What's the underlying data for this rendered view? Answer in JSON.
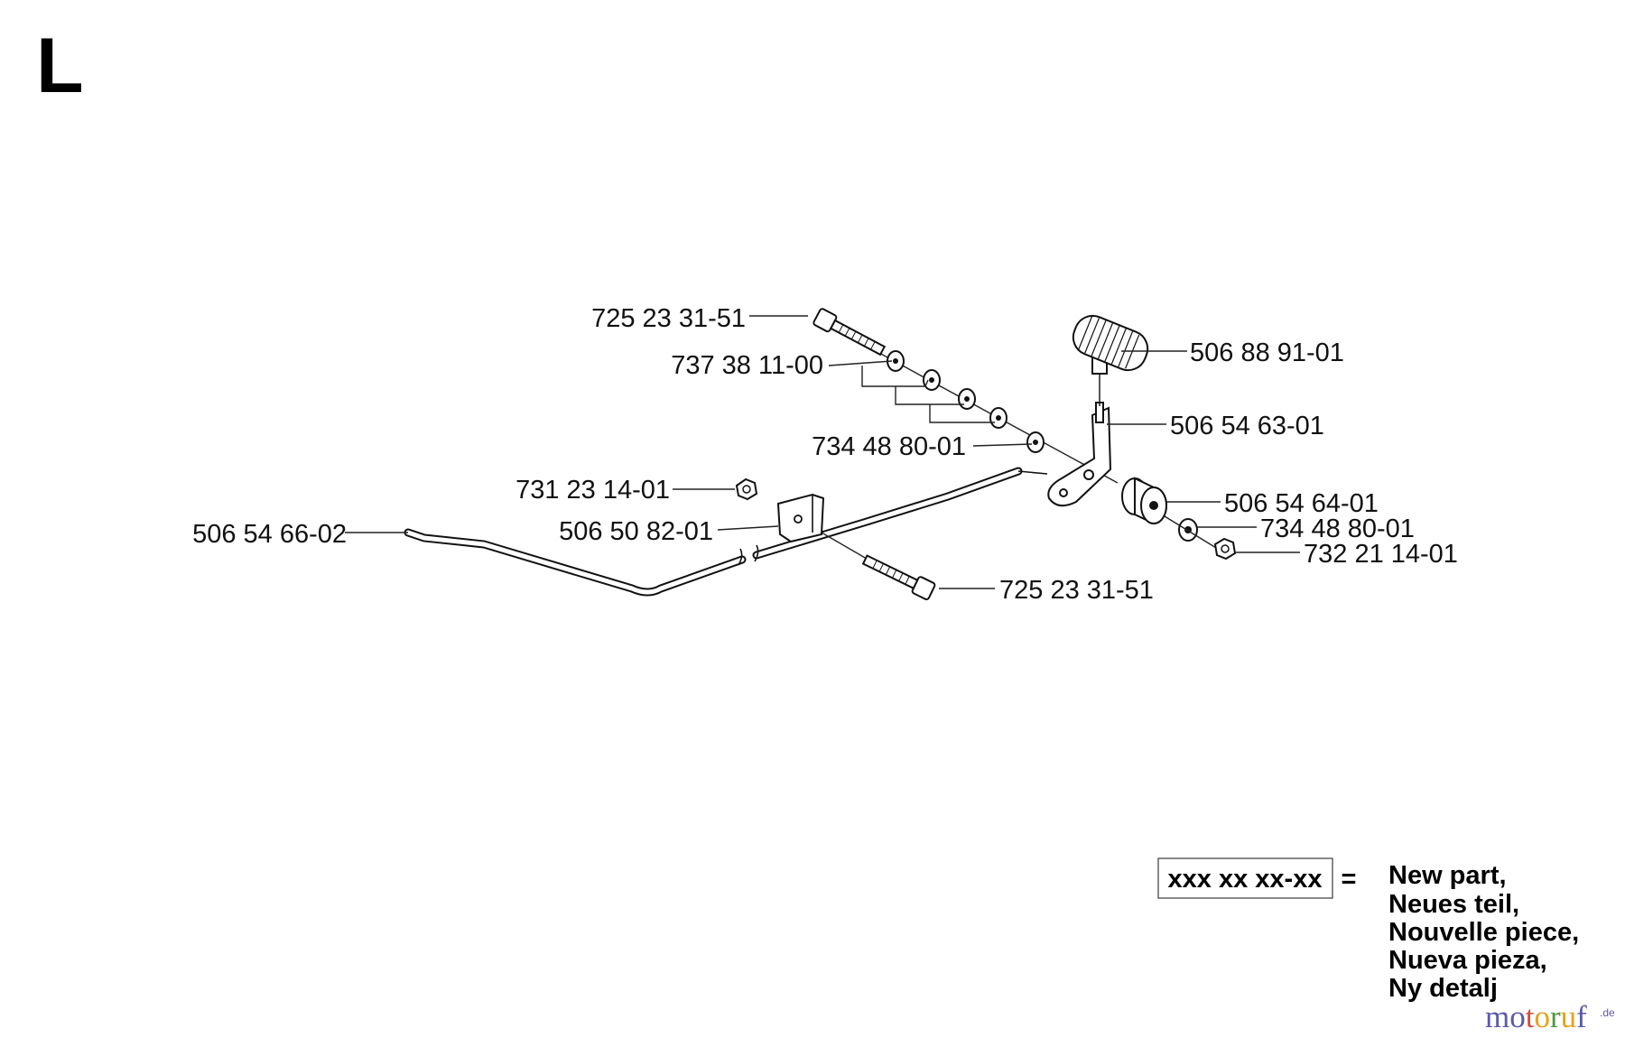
{
  "section_letter": "L",
  "part_numbers": [
    "725 23 31-51",
    "737 38 11-00",
    "734 48 80-01",
    "731 23 14-01",
    "506 54 66-02",
    "506 50 82-01",
    "725 23 31-51",
    "506 88 91-01",
    "506 54 63-01",
    "506 54 64-01",
    "734 48 80-01",
    "732 21 14-01"
  ],
  "legend": {
    "code": "xxx xx xx-xx",
    "equals": "=",
    "lines": [
      "New part,",
      "Neues teil,",
      "Nouvelle piece,",
      "Nueva pieza,",
      "Ny detalj"
    ]
  },
  "watermark": {
    "letters": [
      {
        "ch": "m",
        "color": "#5b5ba8"
      },
      {
        "ch": "o",
        "color": "#5b5ba8"
      },
      {
        "ch": "t",
        "color": "#d64b3a"
      },
      {
        "ch": "o",
        "color": "#e6a21e"
      },
      {
        "ch": "r",
        "color": "#4c9a3a"
      },
      {
        "ch": "u",
        "color": "#e6a21e"
      },
      {
        "ch": "f",
        "color": "#5b5ba8"
      }
    ],
    "suffix": ".de"
  }
}
